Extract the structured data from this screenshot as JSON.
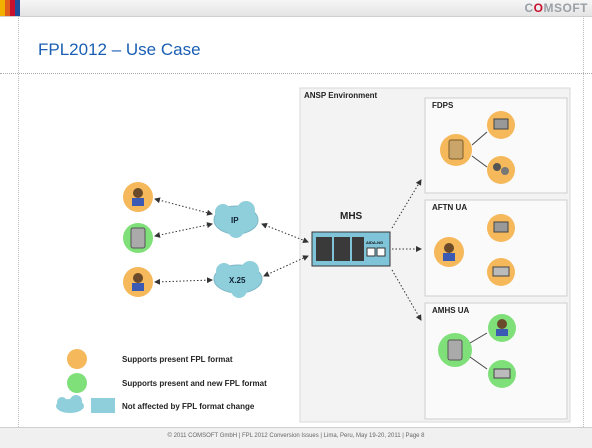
{
  "slide": {
    "title": "FPL2012 – Use Case",
    "logo": {
      "prefix": "C",
      "o": "O",
      "suffix": "MSOFT"
    }
  },
  "diagram": {
    "env_label": "ANSP Environment",
    "mhs_label": "MHS",
    "mhs_box_label": "AIDA-NG",
    "fdps_label": "FDPS",
    "aftn_label": "AFTN UA",
    "amhs_label": "AMHS UA",
    "cloud_ip": "IP",
    "cloud_x25": "X.25"
  },
  "legend": {
    "items": [
      {
        "text": "Supports present FPL format",
        "color": "#f5b85a"
      },
      {
        "text": "Supports present and new FPL format",
        "color": "#7fe07a"
      },
      {
        "text": "Not affected by FPL format change",
        "color": "#8fcfdc"
      }
    ]
  },
  "footer": {
    "text": "© 2011 COMSOFT GmbH | FPL 2012 Conversion Issues | Lima, Peru, May 19-20, 2011 | Page 8"
  },
  "colors": {
    "orange": "#f5b85a",
    "green": "#7fe07a",
    "cloud": "#8fcfdc",
    "title": "#1a5fb4"
  }
}
